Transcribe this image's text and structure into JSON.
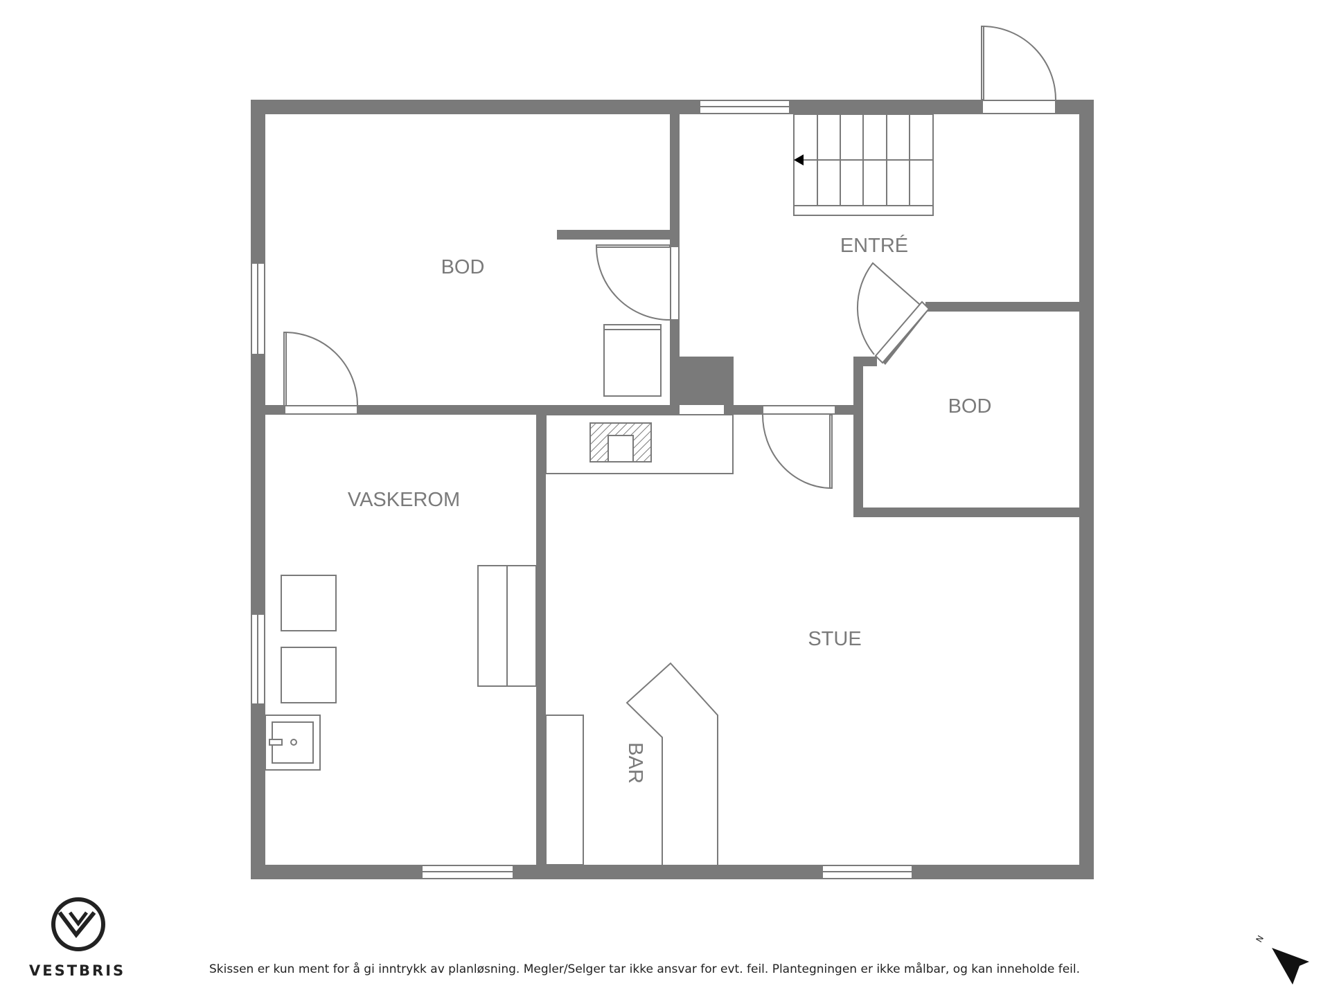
{
  "rooms": {
    "bod_top": "BOD",
    "entre": "ENTRÉ",
    "bod_right": "BOD",
    "vaskerom": "VASKEROM",
    "stue": "STUE",
    "bar": "BAR"
  },
  "brand": {
    "name": "VESTBRIS",
    "logo_icon": "vestbris-logo-icon"
  },
  "footer": {
    "disclaimer": "Skissen er kun ment for å gi inntrykk av planløsning. Megler/Selger tar ikke ansvar for evt. feil. Plantegningen er ikke målbar, og kan inneholde feil."
  },
  "compass": {
    "label": "N",
    "icon": "north-arrow-icon"
  },
  "colors": {
    "wall": "#7a7a7a",
    "text": "#222222",
    "background": "#ffffff"
  }
}
